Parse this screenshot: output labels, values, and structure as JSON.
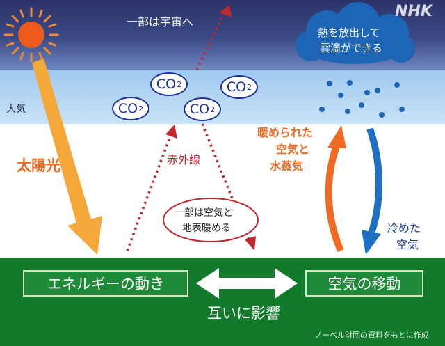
{
  "brand": "NHK",
  "labels": {
    "escape_to_space": "一部は宇宙へ",
    "cloud_line1": "熱を放出して",
    "cloud_line2": "雲滴ができる",
    "atmosphere": "大気",
    "sunlight": "太陽光",
    "infrared": "赤外線",
    "warm_line1": "暖められた",
    "warm_line2": "空気と",
    "warm_line3": "水蒸気",
    "cold_line1": "冷めた",
    "cold_line2": "空気",
    "bubble_line1": "一部は空気と",
    "bubble_line2": "地表暖める",
    "co2_main": "CO",
    "co2_sub": "2",
    "energy_box": "エネルギーの動き",
    "air_box": "空気の移動",
    "mutual": "互いに影響",
    "source": "ノーベル財団の資料をもとに作成"
  },
  "colors": {
    "sunlight": "#f5a83a",
    "infrared": "#c0282e",
    "warm_air": "#f06a24",
    "cold_air": "#1f6fc4",
    "co2": "#1c2f9c",
    "ground": "#127a2b"
  }
}
